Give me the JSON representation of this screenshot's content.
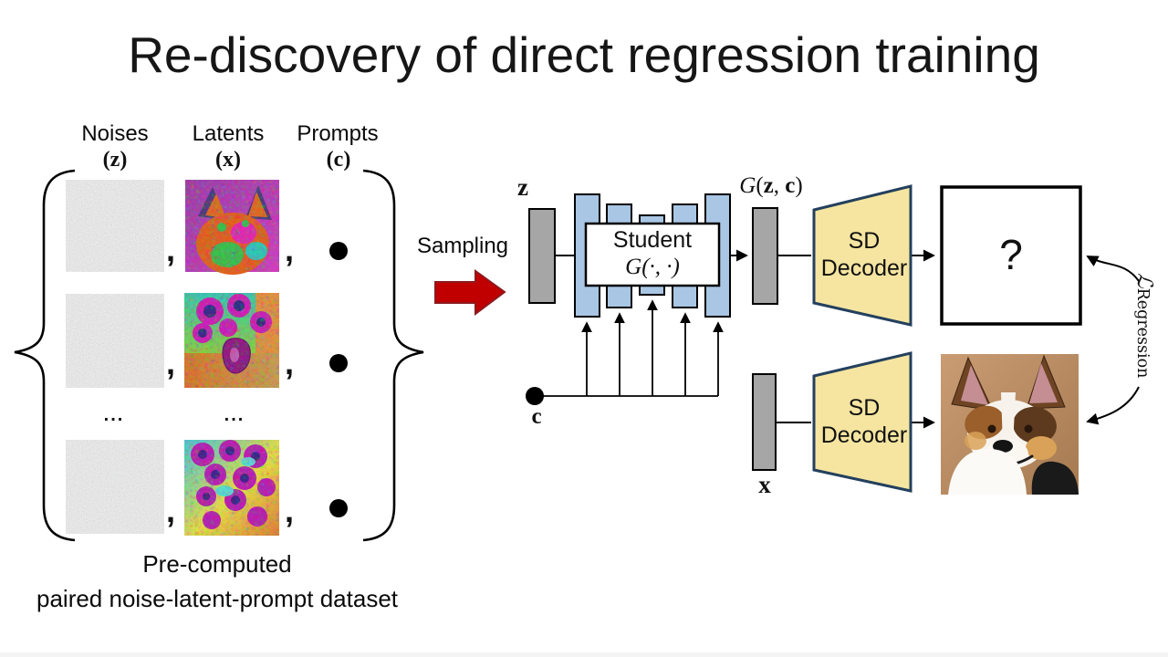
{
  "slide": {
    "title": "Re-discovery of direct regression training"
  },
  "dataset": {
    "headers": [
      {
        "name": "Noises",
        "symbol": "(z)"
      },
      {
        "name": "Latents",
        "symbol": "(x)"
      },
      {
        "name": "Prompts",
        "symbol": "(c)"
      }
    ],
    "comma": ",",
    "ellipsis": "...",
    "caption": {
      "line1": "Pre-computed",
      "line2": "paired noise-latent-prompt dataset"
    }
  },
  "pipeline": {
    "sampling": "Sampling",
    "noise_symbol": "z",
    "prompt_symbol": "c",
    "latent_symbol": "x",
    "student": {
      "name": "Student",
      "fn": "G(·, ·)"
    },
    "generator_output": {
      "g": "G",
      "open": "(",
      "arg1": "z",
      "sep": ", ",
      "arg2": "c",
      "close": ")"
    },
    "decoder_top": {
      "line1": "SD",
      "line2": "Decoder"
    },
    "decoder_bottom": {
      "line1": "SD",
      "line2": "Decoder"
    },
    "unknown_output": "?",
    "loss": {
      "symbol": "ℒ",
      "subscript": "Regression"
    }
  },
  "icons": {
    "prompt_dot": "●",
    "sampling_arrow": "block-arrow-right",
    "brace_left": "{",
    "brace_right": "}"
  },
  "colors": {
    "unet_block_blue": "#A9C6E4",
    "tensor_gray": "#A6A6A6",
    "decoder_yellow": "#F5E5A0",
    "decoder_border_navy": "#24405E",
    "sampling_arrow_red": "#C00000",
    "sampling_arrow_border": "#8B1A1E",
    "line_black": "#000000"
  }
}
